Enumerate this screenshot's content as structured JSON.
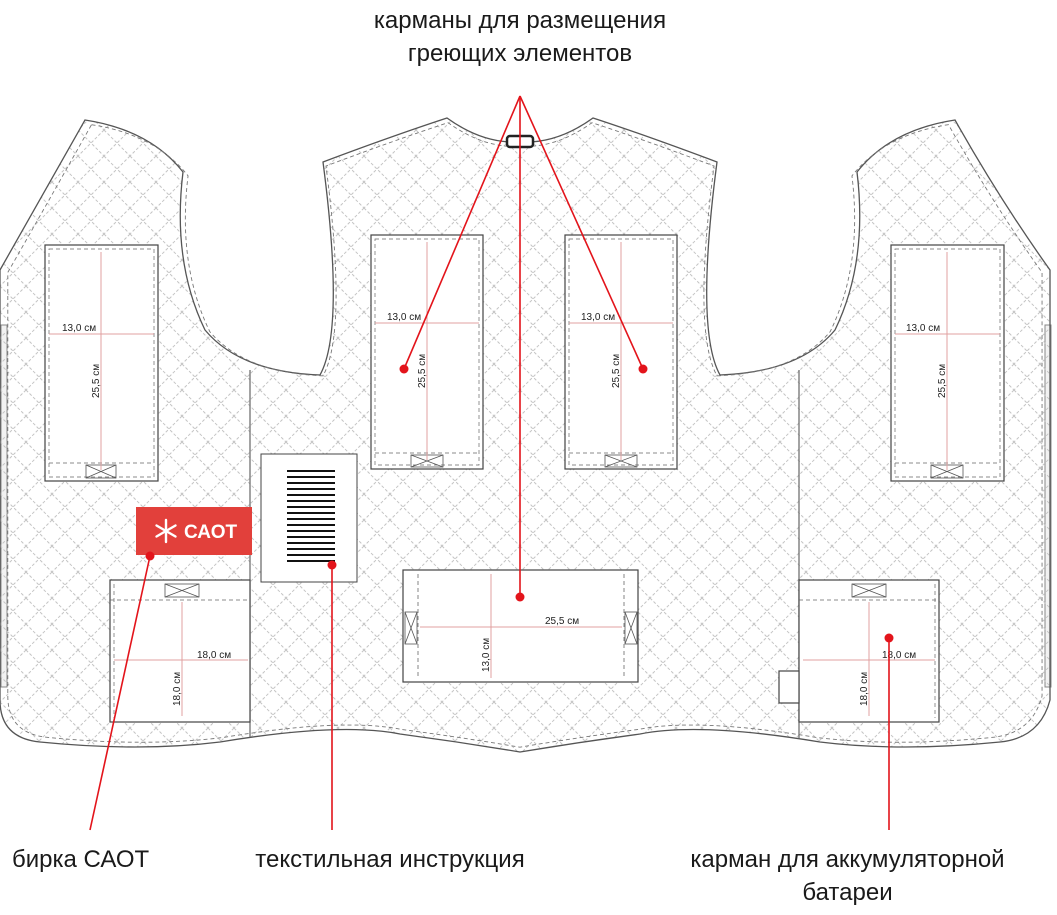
{
  "labels": {
    "top_line1": "карманы для размещения",
    "top_line2": "греющих элементов",
    "tag": "бирка САОТ",
    "instruction": "текстильная инструкция",
    "battery_line1": "карман для аккумуляторной",
    "battery_line2": "батареи"
  },
  "brand": {
    "text": "САОТ",
    "color": "#e2403b"
  },
  "pockets": {
    "heating": [
      {
        "width": "13,0 см",
        "height": "25,5 см"
      },
      {
        "width": "13,0 см",
        "height": "25,5 см"
      },
      {
        "width": "13,0 см",
        "height": "25,5 см"
      },
      {
        "width": "13,0 см",
        "height": "25,5 см"
      }
    ],
    "lower_left": {
      "width": "18,0 см",
      "height": "18,0 см"
    },
    "lower_center": {
      "width": "25,5 см",
      "height": "13,0 см"
    },
    "lower_right": {
      "width": "18,0 см",
      "height": "18,0 см"
    }
  },
  "colors": {
    "annotation": "#e3141b",
    "outline": "#555555",
    "quilt": "#c4c4c4",
    "measure": "#e0a0a0"
  }
}
